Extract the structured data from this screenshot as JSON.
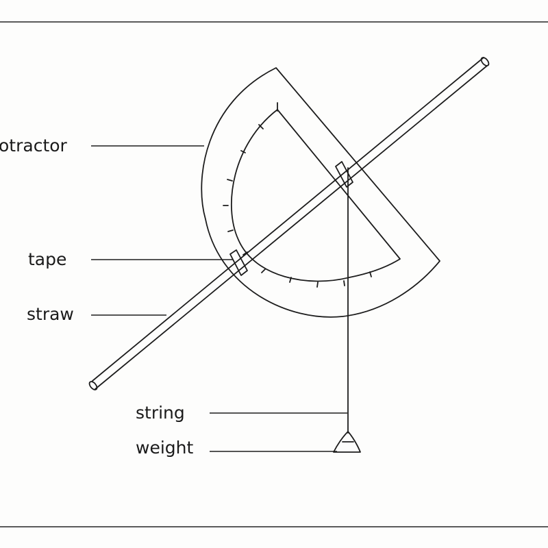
{
  "labels": {
    "protractor": "otractor",
    "tape": "tape",
    "straw": "straw",
    "string": "string",
    "weight": "weight"
  },
  "colors": {
    "ink": "#1c1c1c",
    "frame": "#5a5a5a",
    "paper": "#fdfdfc"
  }
}
